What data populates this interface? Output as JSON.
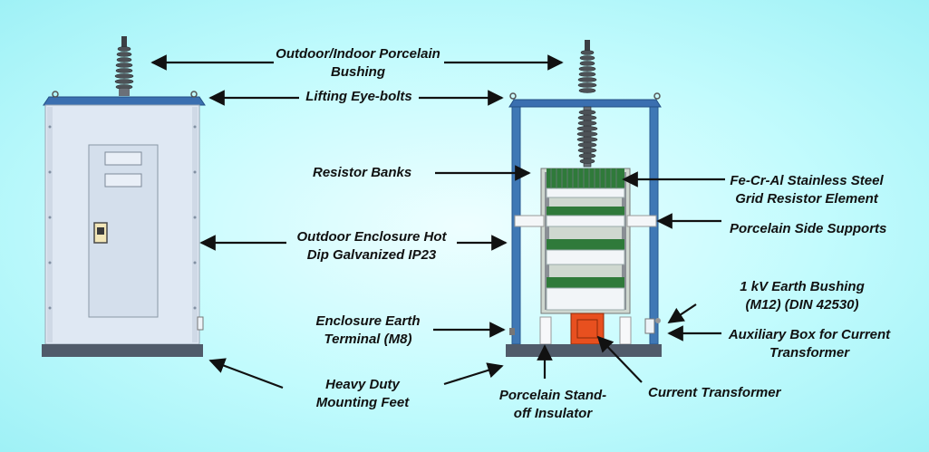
{
  "labels": {
    "bushing_line1": "Outdoor/Indoor Porcelain",
    "bushing_line2": "Bushing",
    "lifting": "Lifting Eye-bolts",
    "resistor_banks": "Resistor Banks",
    "grid_line1": "Fe-Cr-Al Stainless Steel",
    "grid_line2": "Grid Resistor Element",
    "side_supports": "Porcelain Side Supports",
    "enclosure_line1": "Outdoor Enclosure Hot",
    "enclosure_line2": "Dip Galvanized IP23",
    "earth_bushing_line1": "1 kV Earth Bushing",
    "earth_bushing_line2": "(M12) (DIN 42530)",
    "earth_terminal_line1": "Enclosure Earth",
    "earth_terminal_line2": "Terminal (M8)",
    "aux_line1": "Auxiliary Box for Current",
    "aux_line2": "Transformer",
    "feet_line1": "Heavy Duty",
    "feet_line2": "Mounting Feet",
    "standoff_line1": "Porcelain Stand-",
    "standoff_line2": "off Insulator",
    "ct": "Current Transformer"
  },
  "colors": {
    "panel": "#dce6f2",
    "roof": "#3a6fb0",
    "frame": "#3f78b5",
    "base": "#505b6a",
    "resistor_green": "#2f7a3a",
    "ct_orange": "#e8501f",
    "porcelain": "#4d5257"
  }
}
